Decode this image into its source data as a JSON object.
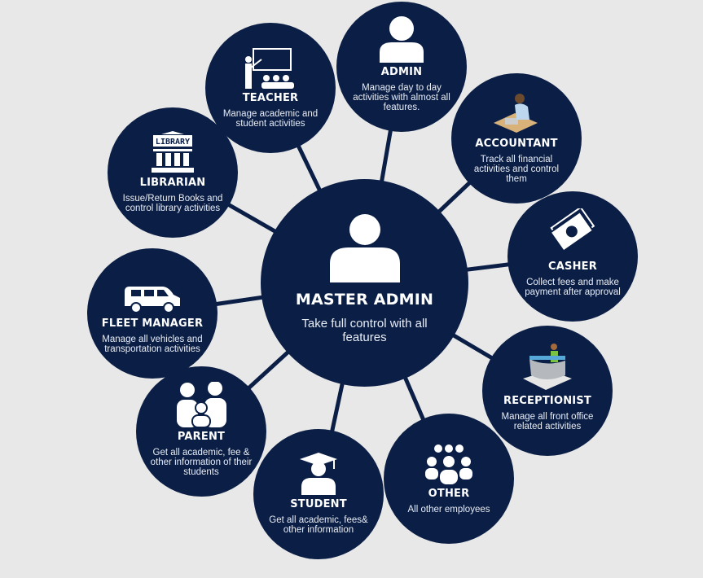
{
  "colors": {
    "node": "#0b1f46",
    "background": "#e9e8e8",
    "text": "#ffffff"
  },
  "master": {
    "title": "MASTER ADMIN",
    "desc": "Take full control with all features",
    "icon": "user-icon"
  },
  "nodes": [
    {
      "id": "teacher",
      "title": "TEACHER",
      "desc": "Manage academic and student activities",
      "icon": "teacher-icon"
    },
    {
      "id": "admin",
      "title": "ADMIN",
      "desc": "Manage day to day activities with almost all features.",
      "icon": "user-icon"
    },
    {
      "id": "accountant",
      "title": "ACCOUNTANT",
      "desc": "Track all financial activities and control them",
      "icon": "accountant-icon"
    },
    {
      "id": "casher",
      "title": "CASHER",
      "desc": "Collect fees and make payment after approval",
      "icon": "money-icon"
    },
    {
      "id": "receptionist",
      "title": "RECEPTIONIST",
      "desc": "Manage all front office related activities",
      "icon": "reception-desk-icon"
    },
    {
      "id": "other",
      "title": "OTHER",
      "desc": "All other employees",
      "icon": "group-icon"
    },
    {
      "id": "student",
      "title": "STUDENT",
      "desc": "Get all academic, fees& other information",
      "icon": "graduate-icon"
    },
    {
      "id": "parent",
      "title": "PARENT",
      "desc": "Get all academic, fee & other information of their students",
      "icon": "family-icon"
    },
    {
      "id": "fleet",
      "title": "FLEET MANAGER",
      "desc": "Manage all vehicles and transportation activities",
      "icon": "van-icon"
    },
    {
      "id": "librarian",
      "title": "LIBRARIAN",
      "desc": "Issue/Return Books and control library activities",
      "icon": "library-icon",
      "icon_label": "LIBRARY"
    }
  ]
}
